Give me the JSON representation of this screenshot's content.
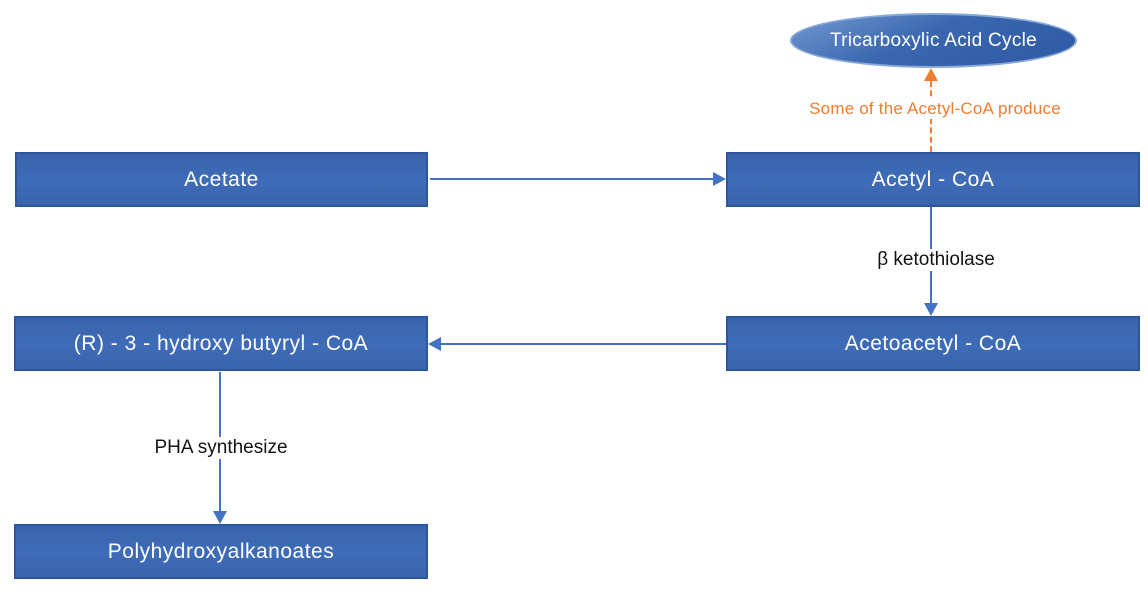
{
  "diagram": {
    "type": "flowchart",
    "nodes": {
      "tca_cycle": {
        "label": "Tricarboxylic Acid Cycle",
        "shape": "ellipse"
      },
      "acetate": {
        "label": "Acetate",
        "shape": "rect"
      },
      "acetyl_coa": {
        "label": "Acetyl - CoA",
        "shape": "rect"
      },
      "acetoacetyl_coa": {
        "label": "Acetoacetyl - CoA",
        "shape": "rect"
      },
      "r3_hydroxy_butyryl_coa": {
        "label": "(R) - 3 - hydroxy butyryl - CoA",
        "shape": "rect"
      },
      "polyhydroxyalkanoates": {
        "label": "Polyhydroxyalkanoates",
        "shape": "rect"
      }
    },
    "edges": [
      {
        "from": "acetate",
        "to": "acetyl_coa",
        "style": "solid-blue",
        "label": ""
      },
      {
        "from": "acetyl_coa",
        "to": "tca_cycle",
        "style": "dashed-orange",
        "label": "Some of the Acetyl-CoA produce"
      },
      {
        "from": "acetyl_coa",
        "to": "acetoacetyl_coa",
        "style": "solid-blue",
        "label": "β ketothiolase"
      },
      {
        "from": "acetoacetyl_coa",
        "to": "r3_hydroxy_butyryl_coa",
        "style": "solid-blue",
        "label": ""
      },
      {
        "from": "r3_hydroxy_butyryl_coa",
        "to": "polyhydroxyalkanoates",
        "style": "solid-blue",
        "label": "PHA synthesize"
      }
    ],
    "colors": {
      "node_fill": "#3D6BB5",
      "node_border": "#2E55A0",
      "node_text": "#FFFFFF",
      "arrow_blue": "#4472C4",
      "arrow_orange": "#ED7D31",
      "edge_label_text": "#131313",
      "background": "#FFFFFF"
    }
  }
}
